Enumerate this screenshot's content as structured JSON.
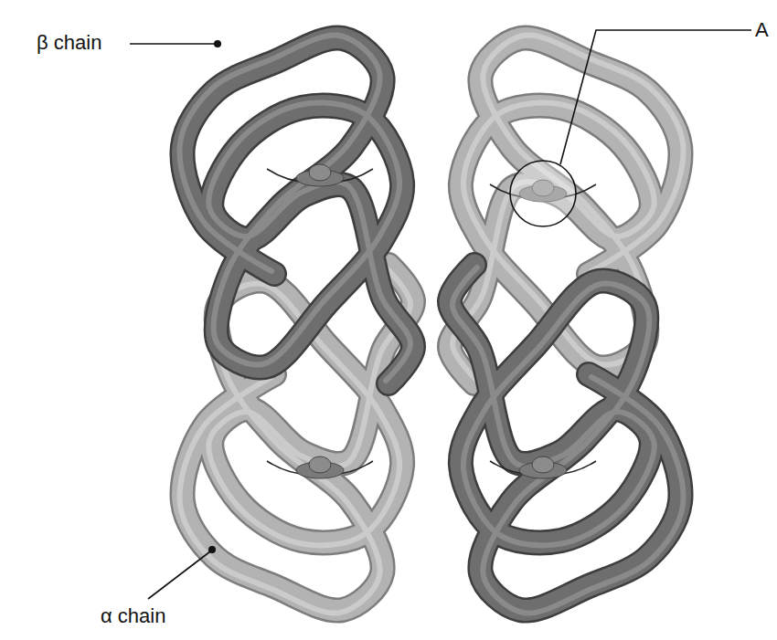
{
  "diagram": {
    "labels": [
      "β chain",
      "α chain",
      "A"
    ]
  }
}
